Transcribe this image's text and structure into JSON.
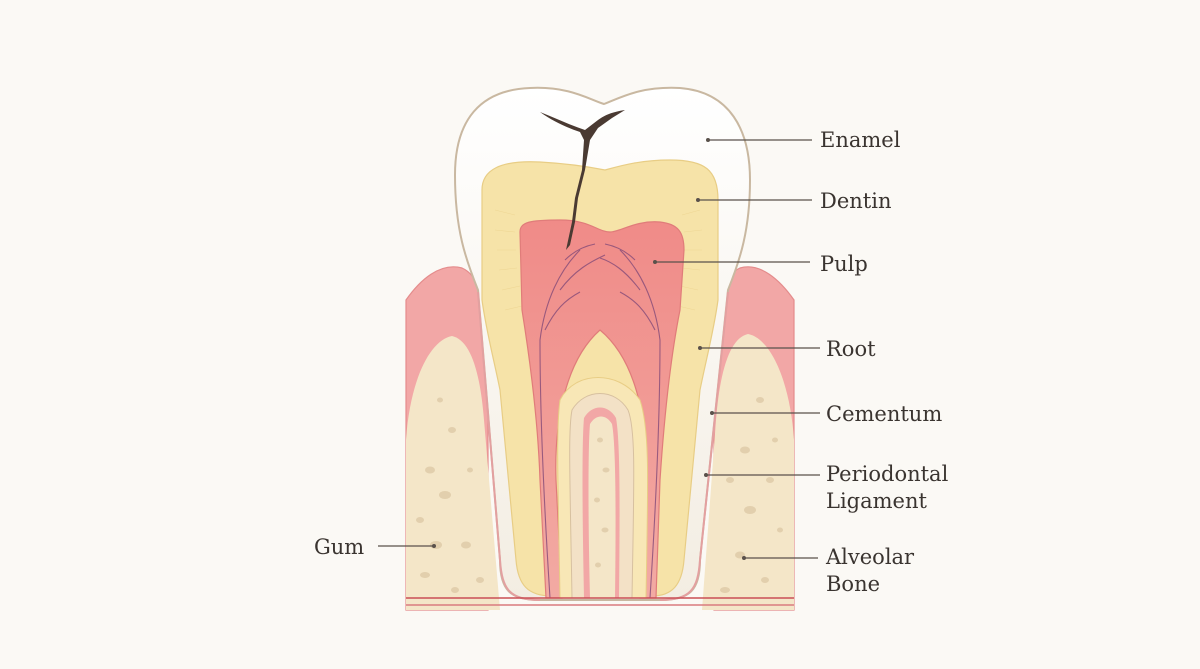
{
  "labels": {
    "enamel": "Enamel",
    "dentin": "Dentin",
    "pulp": "Pulp",
    "root": "Root",
    "cementum": "Cementum",
    "periodontal_line1": "Periodontal",
    "periodontal_line2": "Ligament",
    "gum": "Gum",
    "alveolar_line1": "Alveolar",
    "alveolar_line2": "Bone"
  },
  "colors": {
    "background": "#fbf9f5",
    "enamel": "#fdfbf6",
    "dentin": "#f6e3a8",
    "pulp": "#ef9a94",
    "gum": "#f2a7a6",
    "bone": "#f4e6c8",
    "bone_spots": "#e2cfad",
    "vessel": "#8a4f7a",
    "crack": "#4a3a32"
  }
}
